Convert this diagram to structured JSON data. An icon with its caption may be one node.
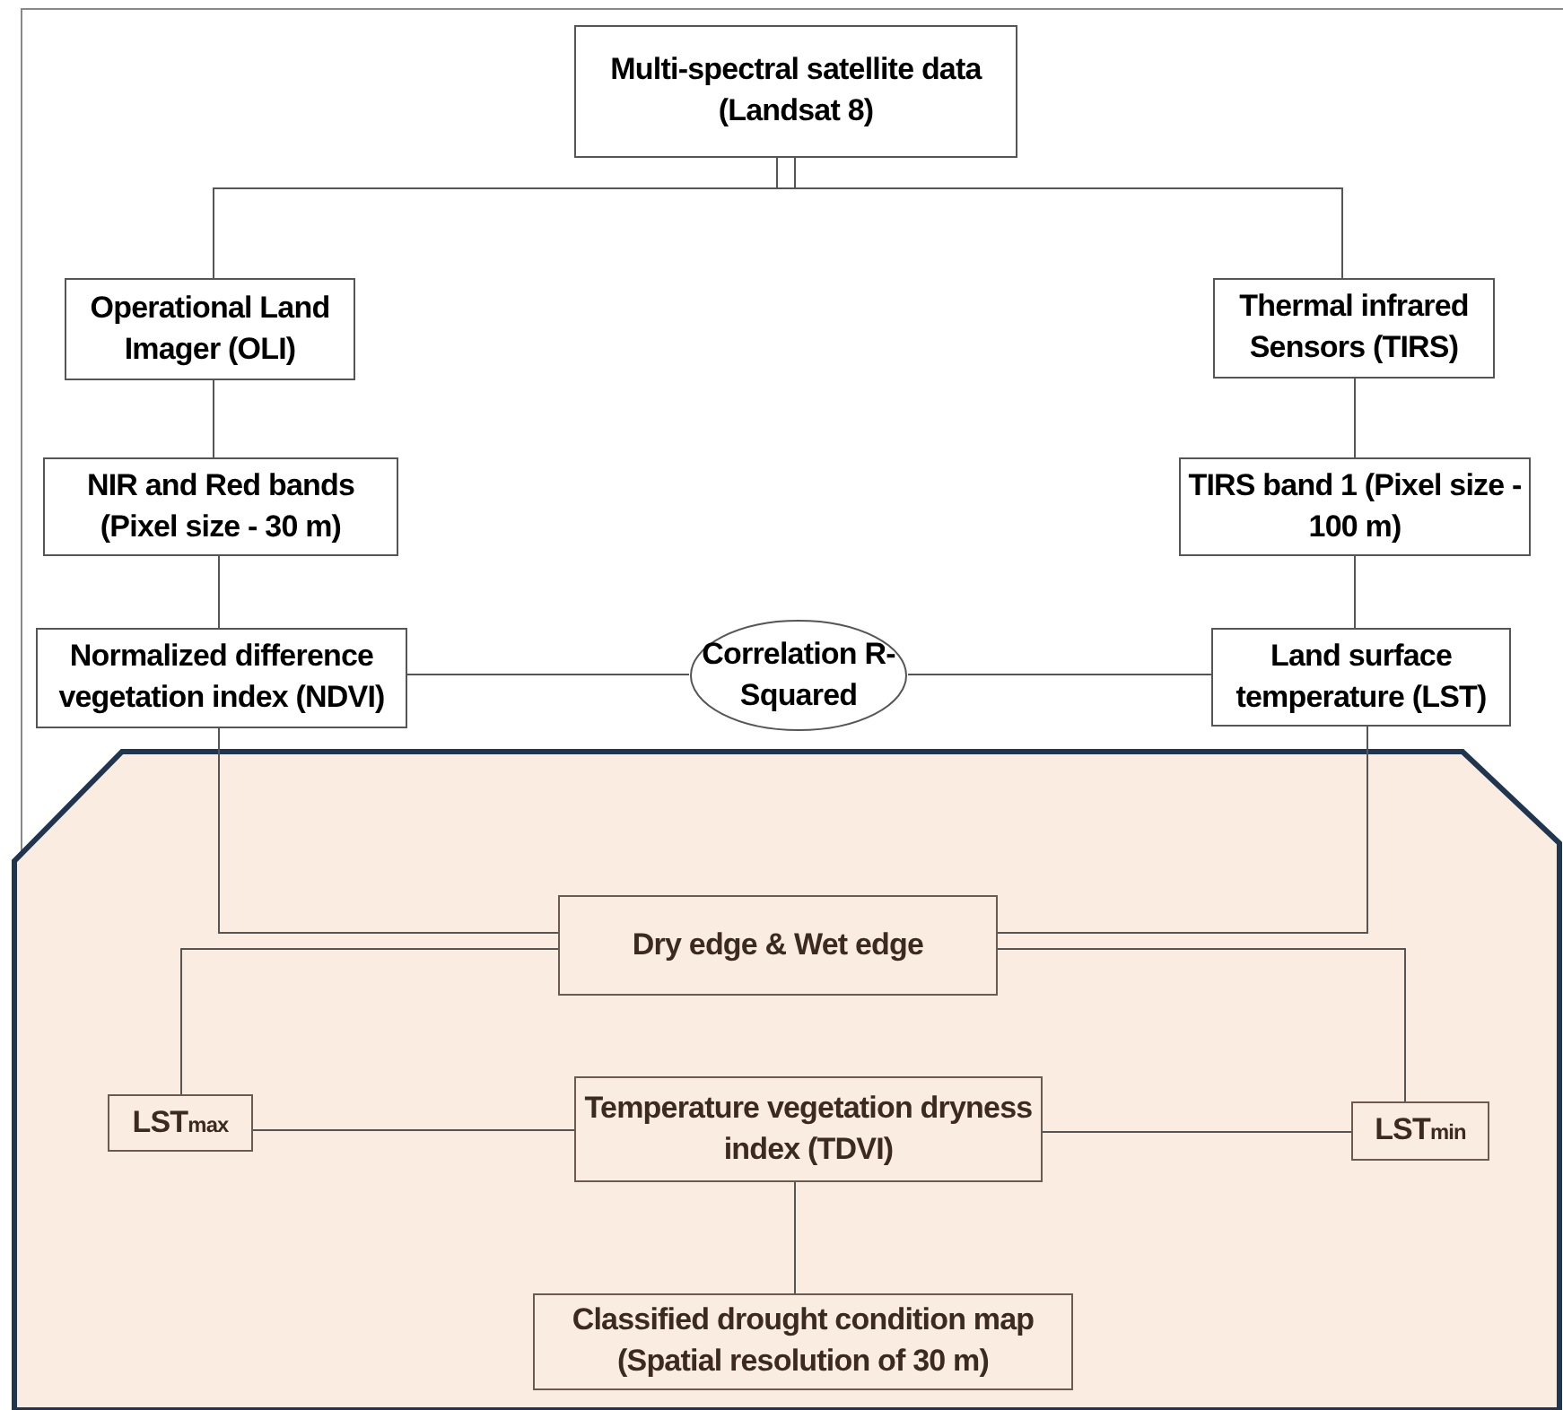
{
  "diagram": {
    "nodes": [
      {
        "text": [
          "Multi-spectral satellite data (Landsat 8)"
        ]
      },
      {
        "text": [
          "Operational Land Imager (OLI)"
        ]
      },
      {
        "text": [
          "Thermal infrared Sensors (TIRS)"
        ]
      },
      {
        "text": [
          "NIR and Red bands (Pixel size - 30 m)"
        ]
      },
      {
        "text": [
          "TIRS band 1 (Pixel size - 100 m)"
        ]
      },
      {
        "text": [
          "Normalized difference vegetation index (NDVI)"
        ]
      },
      {
        "text": [
          "Correlation R-Squared"
        ]
      },
      {
        "text": [
          "Land surface temperature (LST)"
        ]
      },
      {
        "text": [
          "Dry edge & Wet edge"
        ]
      },
      {
        "text": [
          "LST$_{max}$"
        ]
      },
      {
        "text": [
          "Temperature vegetation dryness index (TDVI)"
        ]
      },
      {
        "text": [
          "LST$_{min}$"
        ]
      },
      {
        "text": [
          "Classified drought condition map (Spatial resolution of 30 m)"
        ]
      }
    ],
    "edges": [
      {
        "from": 0,
        "to": 1,
        "arrow": "none"
      },
      {
        "from": 0,
        "to": 2,
        "arrow": "none"
      },
      {
        "from": 1,
        "to": 3,
        "arrow": "none"
      },
      {
        "from": 2,
        "to": 4,
        "arrow": "none"
      },
      {
        "from": 3,
        "to": 5,
        "arrow": "none"
      },
      {
        "from": 4,
        "to": 7,
        "arrow": "none"
      },
      {
        "from": 5,
        "to": 6,
        "arrow": "none"
      },
      {
        "from": 6,
        "to": 7,
        "arrow": "none"
      },
      {
        "from": 5,
        "to": 8,
        "arrow": "none"
      },
      {
        "from": 7,
        "to": 8,
        "arrow": "none"
      },
      {
        "from": 8,
        "to": 9,
        "arrow": "none"
      },
      {
        "from": 8,
        "to": 11,
        "arrow": "none"
      },
      {
        "from": 9,
        "to": 10,
        "arrow": "none"
      },
      {
        "from": 11,
        "to": 10,
        "arrow": "none"
      },
      {
        "from": 10,
        "to": 12,
        "arrow": "none"
      }
    ]
  }
}
